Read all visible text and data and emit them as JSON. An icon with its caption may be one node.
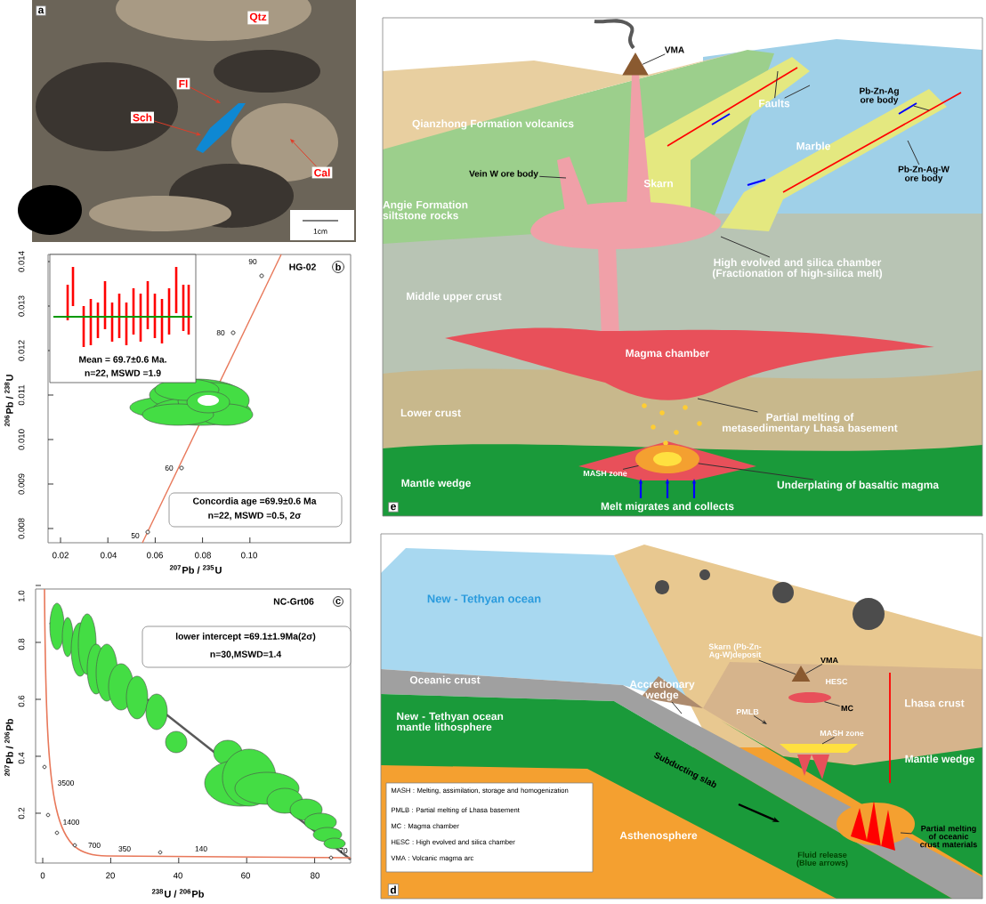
{
  "diagram": {
    "nodes": [
      {
        "text": [
          "Fl"
        ]
      },
      {
        "text": [
          "Sch"
        ]
      },
      {
        "text": [
          "Cal"
        ]
      },
      {
        "text": [
          "VMA"
        ]
      },
      {
        "text": [
          "Faults"
        ]
      },
      {
        "text": [
          "Pb-Zn-Ag ore body"
        ]
      },
      {
        "text": [
          "Pb-Zn-Ag-W ore body"
        ]
      },
      {
        "text": [
          "Vein W ore body"
        ]
      },
      {
        "text": [
          "High evolved and silica chamber (Fractionation of high-silica melt)"
        ]
      },
      {
        "text": [
          "Partial melting of metasedimentary Lhasa basement"
        ]
      },
      {
        "text": [
          "MASH zone"
        ]
      },
      {
        "text": [
          "Underplating of basaltic magma"
        ]
      },
      {
        "text": [
          "Skarn (Pb-Zn-Ag-W)deposit"
        ]
      },
      {
        "text": [
          "VMA"
        ]
      },
      {
        "text": [
          "Accretionary wedge"
        ]
      },
      {
        "text": [
          "MC"
        ]
      },
      {
        "text": [
          "PMLB"
        ]
      },
      {
        "text": [
          "MASH zone"
        ]
      },
      {
        "text": [
          "Partial melting of oceanic crust materials"
        ]
      },
      {
        "text": [],
        "shape": "triangle"
      },
      {
        "text": [],
        "shape": "ellipse"
      },
      {
        "text": [],
        "shape": "ellipse"
      },
      {
        "text": [],
        "shape": "triangle"
      }
    ],
    "edges": [
      {
        "from": 0,
        "to": null,
        "arrow": "to",
        "color": "#e03c28"
      },
      {
        "from": 1,
        "to": null,
        "arrow": "to",
        "color": "#e03c28"
      },
      {
        "from": 2,
        "to": null,
        "arrow": "to",
        "color": "#e03c28"
      },
      {
        "from": 3,
        "to": 19,
        "arrow": "none"
      },
      {
        "from": 4,
        "to": null,
        "arrow": "none"
      },
      {
        "from": 4,
        "to": null,
        "arrow": "none"
      },
      {
        "from": 5,
        "to": null,
        "arrow": "none"
      },
      {
        "from": 6,
        "to": null,
        "arrow": "none"
      },
      {
        "from": 7,
        "to": null,
        "arrow": "none"
      },
      {
        "from": 8,
        "to": null,
        "arrow": "none"
      },
      {
        "from": 9,
        "to": null,
        "arrow": "none"
      },
      {
        "from": 10,
        "to": 20,
        "arrow": "none"
      },
      {
        "from": 11,
        "to": 20,
        "arrow": "none"
      },
      {
        "from": 12,
        "to": 22,
        "arrow": "none"
      },
      {
        "from": 13,
        "to": 22,
        "arrow": "none"
      },
      {
        "from": 14,
        "to": null,
        "arrow": "none"
      },
      {
        "from": 15,
        "to": 21,
        "arrow": "none"
      },
      {
        "from": 16,
        "to": null,
        "arrow": "to"
      },
      {
        "from": 17,
        "to": null,
        "arrow": "none"
      },
      {
        "from": 18,
        "to": null,
        "arrow": "none"
      }
    ],
    "labels": [
      "a",
      "Qtz",
      "1cm",
      "HG-02",
      "b",
      "Mean = 69.7±0.6 Ma.",
      "n=22,  MSWD =1.9",
      "0.014",
      "0.013",
      "0.012",
      "0.011",
      "0.010",
      "0.009",
      "0.008",
      "0.02",
      "0.04",
      "0.06",
      "0.08",
      "0.10",
      "90",
      "80",
      "60",
      "50",
      "Concordia age =69.9±0.6 Ma",
      "n=22,  MSWD =0.5, 2σ",
      "$^{206}$Pb / $^{238}$U",
      "$^{207}$Pb / $^{235}$U",
      "NC-Grt06",
      "c",
      "lower intercept =69.1±1.9Ma(2σ)",
      "n=30,MSWD=1.4",
      "1.0",
      "0.8",
      "0.6",
      "0.4",
      "0.2",
      "0",
      "20",
      "40",
      "60",
      "80",
      "3500",
      "1400",
      "700",
      "350",
      "140",
      "70",
      "$^{207}$Pb / $^{206}$Pb",
      "$^{238}$U / $^{206}$Pb",
      "Qianzhong Formation volcanics",
      "Marble",
      "Skarn",
      "Angie Formation siltstone rocks",
      "Middle upper crust",
      "Magma chamber",
      "Lower crust",
      "Mantle wedge",
      "Melt migrates and collects",
      "e",
      "New - Tethyan ocean",
      "Oceanic crust",
      "HESC",
      "Lhasa crust",
      "New - Tethyan ocean mantle lithosphere",
      "Subducting slab",
      "Mantle wedge",
      "MASH : Melting, assimilation, storage and homogenization",
      "PMLB : Partial melting of Lhasa basement",
      "MC : Magma chamber",
      "HESC : High evolved and silica chamber",
      "VMA : Volcanic magma arc",
      "Asthenosphere",
      "Fluid release (Blue arrows)",
      "d"
    ]
  }
}
